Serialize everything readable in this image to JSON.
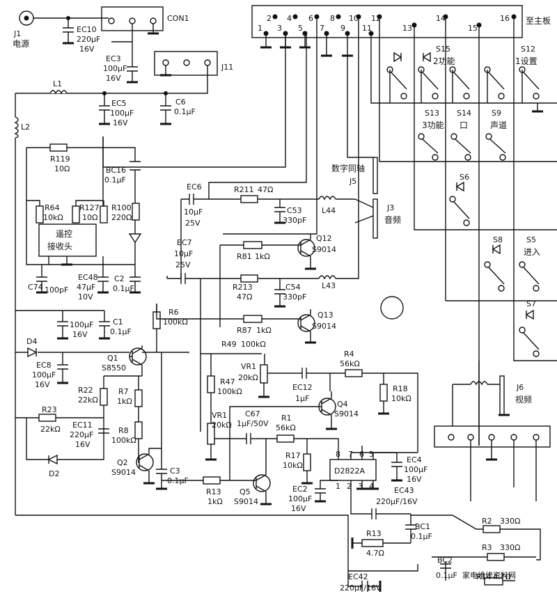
{
  "labels": {
    "j1": "J1",
    "j1_name": "电源",
    "ec10": "EC10",
    "ec10_v": "220μF",
    "ec10_r": "16V",
    "con1": "CON1",
    "ec3": "EC3",
    "ec3_v": "100μF",
    "ec3_r": "16V",
    "j11": "J11",
    "l1": "L1",
    "l2": "L2",
    "ec5": "EC5",
    "ec5_v": "100μF",
    "ec5_r": "16V",
    "c6": "C6",
    "c6_v": "0.1μF",
    "r119": "R119",
    "r119_v": "10Ω",
    "bc16": "BC16",
    "bc16_v": "0.1μF",
    "r64": "R64",
    "r64_v": "10kΩ",
    "r127": "R127",
    "r127_v": "10Ω",
    "r100": "R100",
    "r100_v": "220Ω",
    "ir_module_1": "遥控",
    "ir_module_2": "接收头",
    "c74": "C74",
    "c74_v": "100pF",
    "ec48": "EC48",
    "ec48_v": "47μF",
    "ec48_r": "10V",
    "c2": "C2",
    "c2_v": "0.1μF",
    "c1_v": "100μF",
    "c1_r": "16V",
    "c1": "C1",
    "c1b_v": "0.1μF",
    "d4": "D4",
    "ec8": "EC8",
    "ec8_v": "100μF",
    "ec8_r": "16V",
    "q1": "Q1",
    "q1_t": "S8550",
    "r22": "R22",
    "r22_v": "22kΩ",
    "r7": "R7",
    "r7_v": "1kΩ",
    "r23": "R23",
    "r23_v": "22kΩ",
    "ec11": "EC11",
    "ec11_v": "220μF",
    "ec11_r": "16V",
    "r8": "R8",
    "r8_v": "100kΩ",
    "d2": "D2",
    "q2": "Q2",
    "q2_t": "S9014",
    "c3": "C3",
    "c3_v": "0.1μF",
    "r6": "R6",
    "r6_v": "100kΩ",
    "ec6": "EC6",
    "ec6_v": "10μF",
    "ec6_r": "25V",
    "r211": "R211",
    "r211_v": "47Ω",
    "c53": "C53",
    "c53_v": "330pF",
    "l44": "L44",
    "l43": "L43",
    "j5_1": "数字同轴",
    "j5": "J5",
    "j3": "J3",
    "j3_name": "音频",
    "q12": "Q12",
    "q12_t": "S9014",
    "r81": "R81",
    "r81_v": "1kΩ",
    "ec7": "EC7",
    "ec7_v": "10μF",
    "ec7_r": "25V",
    "r213": "R213",
    "r213_v": "47Ω",
    "c54": "C54",
    "c54_v": "330pF",
    "q13": "Q13",
    "q13_t": "S9014",
    "r87": "R87",
    "r87_v": "1kΩ",
    "r49": "R49",
    "r49_v": "100kΩ",
    "r4": "R4",
    "r4_v": "56kΩ",
    "vr1a": "VR1",
    "vr1a_v": "20kΩ",
    "r47": "R47",
    "r47_v": "100kΩ",
    "ec12": "EC12",
    "ec12_v": "1μF",
    "q4": "Q4",
    "q4_t": "S9014",
    "r18": "R18",
    "r18_v": "10kΩ",
    "vr1b": "VR1",
    "vr1b_v": "20kΩ",
    "c67": "C67",
    "c67_v": "1μF/50V",
    "r1": "R1",
    "r1_v": "56kΩ",
    "r17": "R17",
    "r17_v": "10kΩ",
    "ic": "D2822A",
    "pin8": "8",
    "pin7": "7",
    "pin6": "6",
    "pin5": "5",
    "pin1": "1",
    "pin2": "2",
    "pin3": "3",
    "pin4": "4",
    "ec4": "EC4",
    "ec4_v": "100μF",
    "ec4_r": "16V",
    "ec2": "EC2",
    "ec2_v": "100μF",
    "ec2_r": "16V",
    "r13a": "R13",
    "r13a_v": "1kΩ",
    "q5": "Q5",
    "q5_t": "S9014",
    "ec43": "EC43",
    "ec43_v": "220μF/16V",
    "bc1": "BC1",
    "bc1_v": "0.1μF",
    "r13b": "R13",
    "r13b_v": "4.7Ω",
    "r2": "R2",
    "r2_v": "330Ω",
    "r3": "R3",
    "r3_v": "330Ω",
    "bc2": "BC2",
    "bc2_v": "0.1μF",
    "r14": "R14",
    "r14_v": "4.7Ω",
    "ec42": "EC42",
    "ec42_v": "220μF/16V",
    "j6": "J6",
    "j6_name": "视频",
    "mainboard": "至主板",
    "s15": "S15",
    "s15_f": "2功能",
    "s12": "S12",
    "s12_f": "1设置",
    "s13": "S13",
    "s13_f": "3功能",
    "s14": "S14",
    "s14_f": "口",
    "s9": "S9",
    "s9_f": "声道",
    "s6": "S6",
    "s8": "S8",
    "s5": "S5",
    "s5_f": "进入",
    "s7": "S7",
    "section": "2",
    "watermark": "家电维修资料网"
  },
  "pins": [
    "1",
    "2",
    "3",
    "4",
    "5",
    "6",
    "7",
    "8",
    "9",
    "10",
    "11",
    "12",
    "13",
    "14",
    "15",
    "16"
  ]
}
